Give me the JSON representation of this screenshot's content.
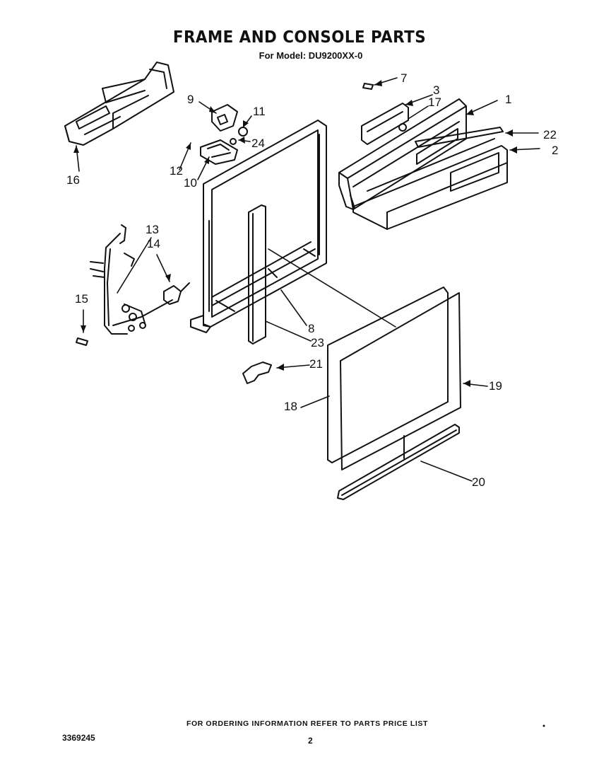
{
  "header": {
    "title": "FRAME AND CONSOLE PARTS",
    "subtitle": "For Model: DU9200XX-0"
  },
  "callouts": {
    "c1": "1",
    "c2": "2",
    "c3": "3",
    "c7": "7",
    "c8": "8",
    "c9": "9",
    "c10": "10",
    "c11": "11",
    "c12": "12",
    "c13": "13",
    "c14": "14",
    "c15": "15",
    "c16": "16",
    "c17": "17",
    "c18": "18",
    "c19": "19",
    "c20": "20",
    "c21": "21",
    "c22": "22",
    "c23": "23",
    "c24": "24"
  },
  "footer": {
    "ordering_note": "FOR ORDERING INFORMATION REFER TO PARTS PRICE LIST",
    "document_number": "3369245",
    "page_number": "2"
  }
}
